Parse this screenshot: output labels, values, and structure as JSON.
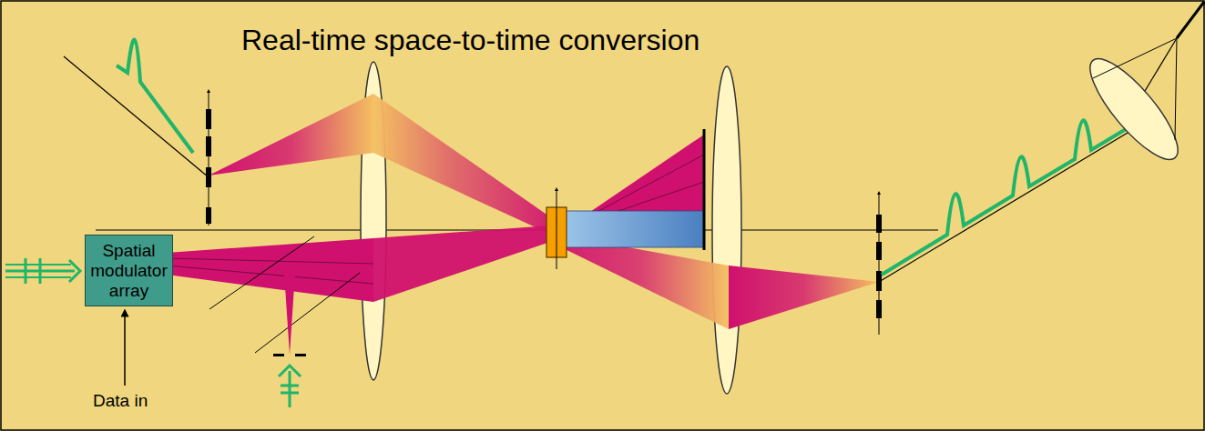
{
  "diagram": {
    "title": "Real-time space-to-time conversion",
    "nodes": [
      {
        "text": [
          "Spatial modulator array"
        ]
      }
    ],
    "labels": [
      "Data in"
    ]
  }
}
